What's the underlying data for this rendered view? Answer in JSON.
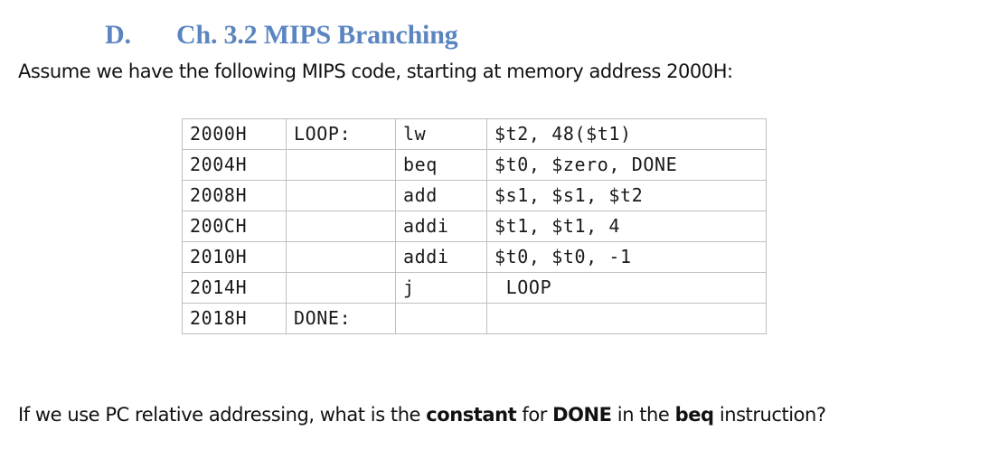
{
  "heading": {
    "letter": "D.",
    "title": "Ch. 3.2 MIPS Branching",
    "color": "#5B85C0"
  },
  "intro": {
    "text": "Assume we have the following MIPS code, starting at memory address 2000H:"
  },
  "code_table": {
    "border_color": "#bfbfbf",
    "columns": [
      "address",
      "label",
      "opcode",
      "operands"
    ],
    "rows": [
      {
        "address": "2000H",
        "label": "LOOP:",
        "opcode": "lw",
        "operands": "$t2, 48($t1)"
      },
      {
        "address": "2004H",
        "label": "",
        "opcode": "beq",
        "operands": "$t0, $zero, DONE"
      },
      {
        "address": "2008H",
        "label": "",
        "opcode": "add",
        "operands": "$s1, $s1, $t2"
      },
      {
        "address": "200CH",
        "label": "",
        "opcode": "addi",
        "operands": "$t1, $t1, 4"
      },
      {
        "address": "2010H",
        "label": "",
        "opcode": "addi",
        "operands": "$t0, $t0, -1"
      },
      {
        "address": "2014H",
        "label": "",
        "opcode": "j",
        "operands": " LOOP"
      },
      {
        "address": "2018H",
        "label": "DONE:",
        "opcode": "",
        "operands": ""
      }
    ]
  },
  "question": {
    "part1": "If we use PC relative addressing, what is the ",
    "bold1": "constant",
    "part2": " for ",
    "bold2": "DONE",
    "part3": " in the ",
    "bold3": "beq",
    "part4": " instruction?"
  }
}
